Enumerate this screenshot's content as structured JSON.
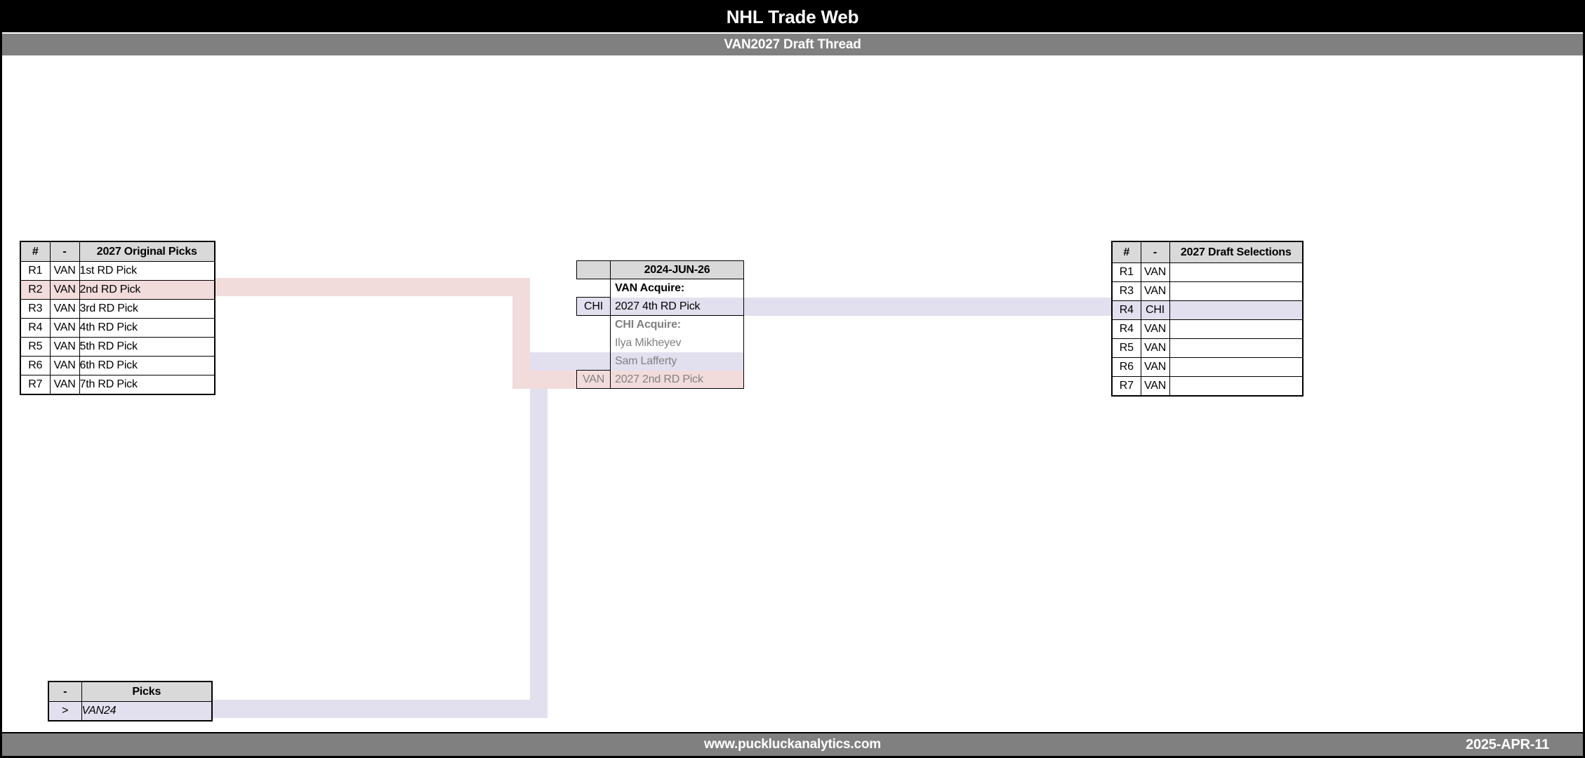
{
  "header": {
    "title": "NHL Trade Web",
    "subtitle": "VAN2027 Draft Thread"
  },
  "footer": {
    "site": "www.puckluckanalytics.com",
    "date": "2025-APR-11"
  },
  "colors": {
    "pink_highlight": "#f2dcdb",
    "lavender_highlight": "#e2dfef",
    "table_header_gray": "#d9d9d9",
    "bar_gray": "#808080",
    "muted_text_gray": "#808080",
    "bar_black": "#000000"
  },
  "original_picks_table": {
    "headers": [
      "#",
      "-",
      "2027 Original Picks"
    ],
    "rows": [
      {
        "num": "R1",
        "team": "VAN",
        "pick": "1st RD Pick"
      },
      {
        "num": "R2",
        "team": "VAN",
        "pick": "2nd RD Pick"
      },
      {
        "num": "R3",
        "team": "VAN",
        "pick": "3rd RD Pick"
      },
      {
        "num": "R4",
        "team": "VAN",
        "pick": "4th RD Pick"
      },
      {
        "num": "R5",
        "team": "VAN",
        "pick": "5th RD Pick"
      },
      {
        "num": "R6",
        "team": "VAN",
        "pick": "6th RD Pick"
      },
      {
        "num": "R7",
        "team": "VAN",
        "pick": "7th RD Pick"
      }
    ]
  },
  "trade_table": {
    "date_label": "2024-JUN-26",
    "rows": [
      {
        "team": "",
        "text": "VAN Acquire:"
      },
      {
        "team": "CHI",
        "text": "2027 4th RD Pick"
      },
      {
        "team": "",
        "text": "CHI Acquire:"
      },
      {
        "team": "",
        "text": "Ilya Mikheyev"
      },
      {
        "team": "",
        "text": "Sam Lafferty"
      },
      {
        "team": "VAN",
        "text": "2027 2nd RD Pick"
      }
    ]
  },
  "draft_selections_table": {
    "headers": [
      "#",
      "-",
      "2027 Draft Selections"
    ],
    "rows": [
      {
        "num": "R1",
        "team": "VAN",
        "pick": ""
      },
      {
        "num": "R3",
        "team": "VAN",
        "pick": ""
      },
      {
        "num": "R4",
        "team": "CHI",
        "pick": ""
      },
      {
        "num": "R4",
        "team": "VAN",
        "pick": ""
      },
      {
        "num": "R5",
        "team": "VAN",
        "pick": ""
      },
      {
        "num": "R6",
        "team": "VAN",
        "pick": ""
      },
      {
        "num": "R7",
        "team": "VAN",
        "pick": ""
      }
    ]
  },
  "picks_table": {
    "headers": [
      "-",
      "Picks"
    ],
    "rows": [
      {
        "marker": ">",
        "label": "VAN24"
      }
    ]
  }
}
